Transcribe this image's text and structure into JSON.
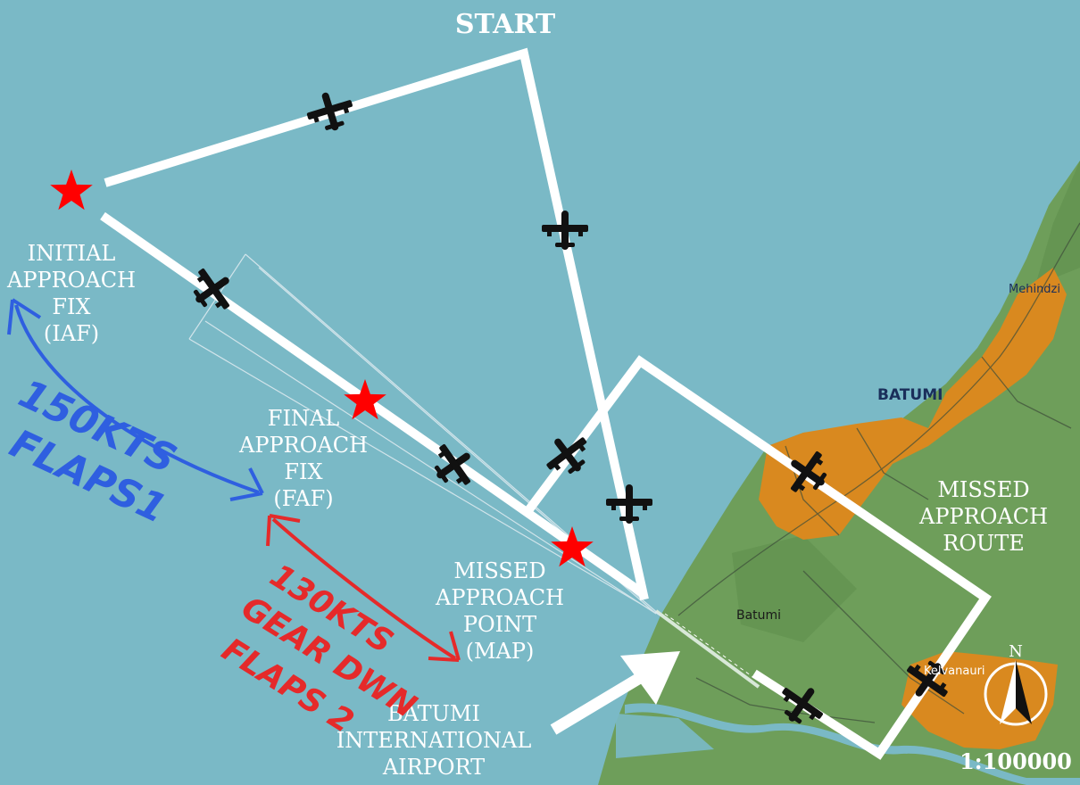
{
  "map": {
    "title": "START",
    "scale": "1:100000",
    "north_symbol": "N",
    "place_labels": {
      "city": "BATUMI",
      "town": "Batumi",
      "village_north": "Mehindzi",
      "village_south": "Kelvanauri"
    },
    "waypoints": {
      "iaf": [
        "INITIAL",
        "APPROACH",
        "FIX",
        "(IAF)"
      ],
      "faf": [
        "FINAL",
        "APPROACH",
        "FIX",
        "(FAF)"
      ],
      "map": [
        "MISSED",
        "APPROACH",
        "POINT",
        "(MAP)"
      ],
      "missed_route": [
        "MISSED",
        "APPROACH",
        "ROUTE"
      ],
      "airport": [
        "BATUMI",
        "INTERNATIONAL",
        "AIRPORT"
      ]
    },
    "annotations": {
      "blue_segment": [
        "150KTS",
        "FLAPS1"
      ],
      "red_segment": [
        "130KTS",
        "GEAR DWN",
        "FLAPS 2"
      ]
    },
    "colors": {
      "sea": "#7ab9c6",
      "land": "#6e9e5a",
      "urban": "#d9891f",
      "route": "#ffffff",
      "waypoint_star": "#ff0000",
      "blue_note": "#2f5fe0",
      "red_note": "#e52a2a"
    },
    "icons": [
      "aircraft-icon",
      "waypoint-star-icon",
      "north-arrow-icon",
      "airport-arrow-icon"
    ]
  }
}
